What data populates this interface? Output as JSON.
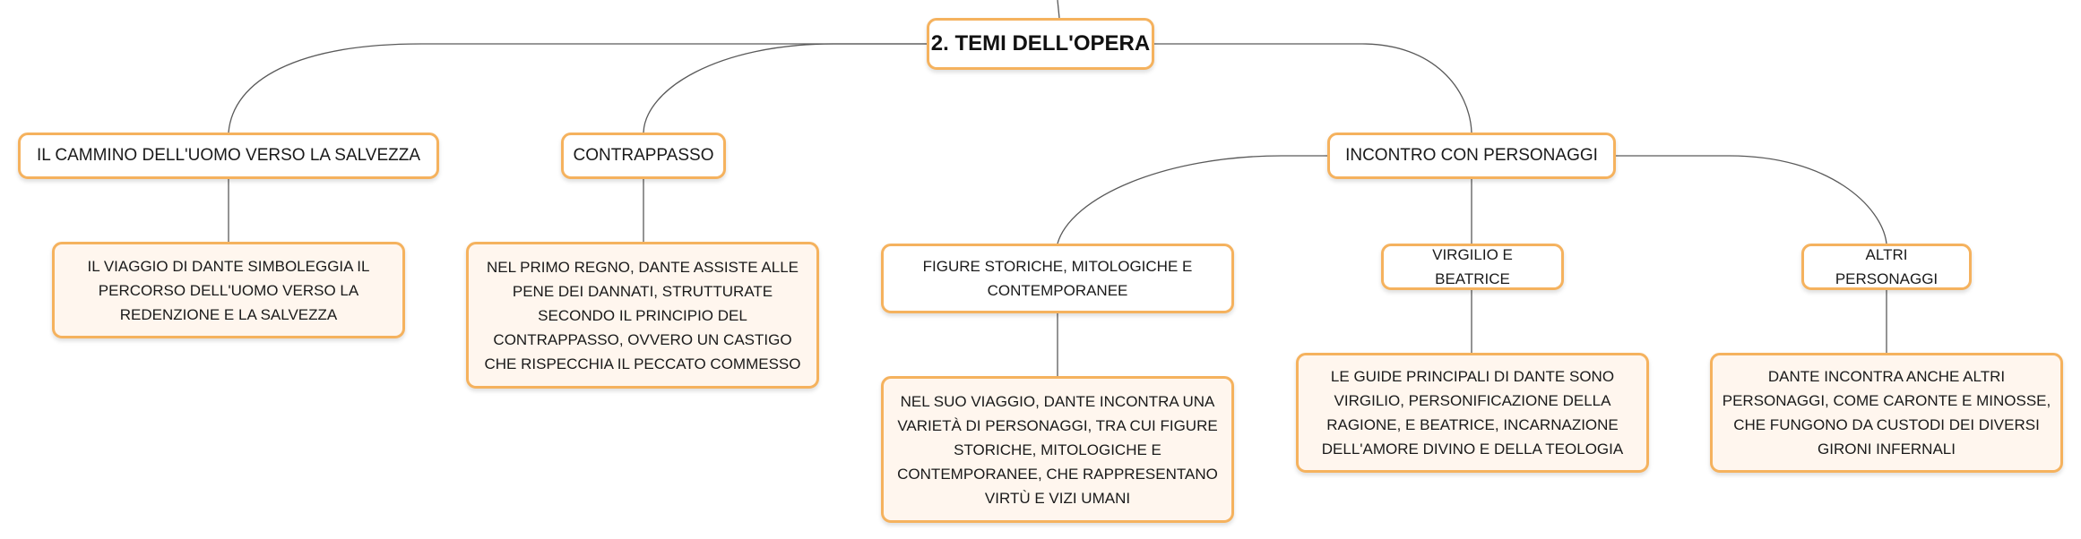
{
  "root": {
    "title": "2. TEMI DELL'OPERA"
  },
  "branches": [
    {
      "title": "IL CAMMINO DELL'UOMO VERSO LA SALVEZZA",
      "description": "IL VIAGGIO DI DANTE SIMBOLEGGIA IL PERCORSO DELL'UOMO VERSO LA REDENZIONE E LA SALVEZZA"
    },
    {
      "title": "CONTRAPPASSO",
      "description": "NEL PRIMO REGNO, DANTE ASSISTE ALLE PENE DEI DANNATI, STRUTTURATE SECONDO IL PRINCIPIO DEL CONTRAPPASSO, OVVERO UN CASTIGO CHE RISPECCHIA IL PECCATO COMMESSO"
    },
    {
      "title": "INCONTRO CON PERSONAGGI",
      "children": [
        {
          "title": "FIGURE STORICHE, MITOLOGICHE E CONTEMPORANEE",
          "description": "NEL SUO VIAGGIO, DANTE INCONTRA UNA VARIETÀ DI PERSONAGGI, TRA CUI FIGURE STORICHE, MITOLOGICHE E CONTEMPORANEE, CHE RAPPRESENTANO VIRTÙ E VIZI UMANI"
        },
        {
          "title": "VIRGILIO E BEATRICE",
          "description": "LE GUIDE PRINCIPALI DI DANTE SONO VIRGILIO, PERSONIFICAZIONE DELLA RAGIONE, E BEATRICE, INCARNAZIONE DELL'AMORE DIVINO E DELLA TEOLOGIA"
        },
        {
          "title": "ALTRI PERSONAGGI",
          "description": "DANTE INCONTRA ANCHE ALTRI PERSONAGGI, COME CARONTE E MINOSSE, CHE FUNGONO DA CUSTODI DEI DIVERSI GIRONI INFERNALI"
        }
      ]
    }
  ],
  "colors": {
    "node_border": "#f5b25e",
    "description_fill": "#fff6ee",
    "connector": "#5a5a5a"
  }
}
